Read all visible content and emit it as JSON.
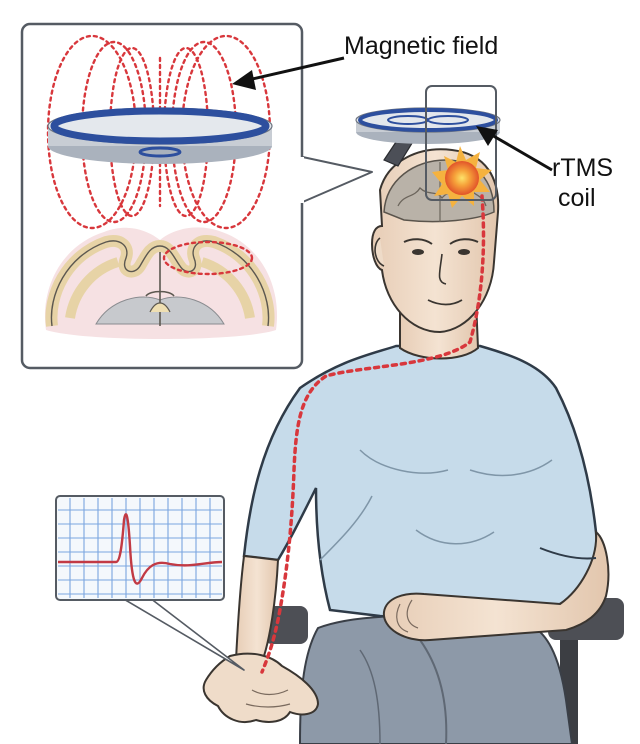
{
  "labels": {
    "magnetic_field": "Magnetic field",
    "rtms_line1": "rTMS",
    "rtms_line2": "coil"
  },
  "colors": {
    "field_line": "#d8373c",
    "coil_blue": "#2d4f9e",
    "coil_disc": "#d3d8de",
    "skin": "#efdcc9",
    "shirt": "#c4d9e8",
    "pants": "#8894a4",
    "brain_cortex": "#efe1bb",
    "brain_white": "#c3c7cc",
    "emg_grid": "#7aa6e0",
    "emg_trace": "#c23a44",
    "hotspot": "#f07b2d"
  },
  "icons": [
    "magnetic-field-inset",
    "tms-coil-icon",
    "brain-hotspot-icon",
    "emg-waveform-icon",
    "person-figure"
  ]
}
